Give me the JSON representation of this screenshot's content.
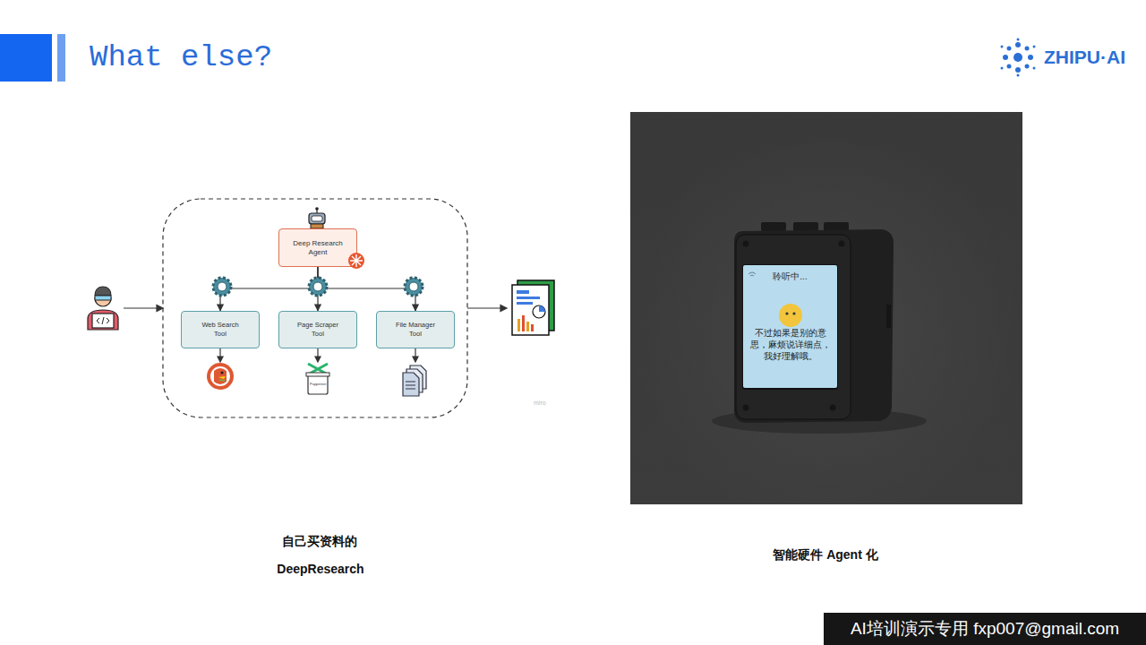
{
  "diagram": {
    "title": "What else?",
    "nodes": [
      {
        "text": [
          "Deep Research Agent"
        ]
      },
      {
        "text": [
          "Web Search Tool"
        ]
      },
      {
        "text": [
          "Page Scraper Tool"
        ]
      },
      {
        "text": [
          "File Manager Tool"
        ]
      },
      {
        "text": [
          "聆听中...",
          "不过如果是别的意思，麻烦说详细点，我好理解哦。"
        ]
      }
    ],
    "edges": [
      {
        "from": 0,
        "to": 1,
        "arrow": "to"
      },
      {
        "from": 0,
        "to": 2,
        "arrow": "to"
      },
      {
        "from": 0,
        "to": 3,
        "arrow": "to"
      }
    ],
    "labels": [
      "ZHIPU·AI",
      "Puppeteer",
      "miro",
      "自己买资料的",
      "DeepResearch",
      "智能硬件 Agent 化",
      "AI培训演示专用 fxp007@gmail.com"
    ]
  }
}
